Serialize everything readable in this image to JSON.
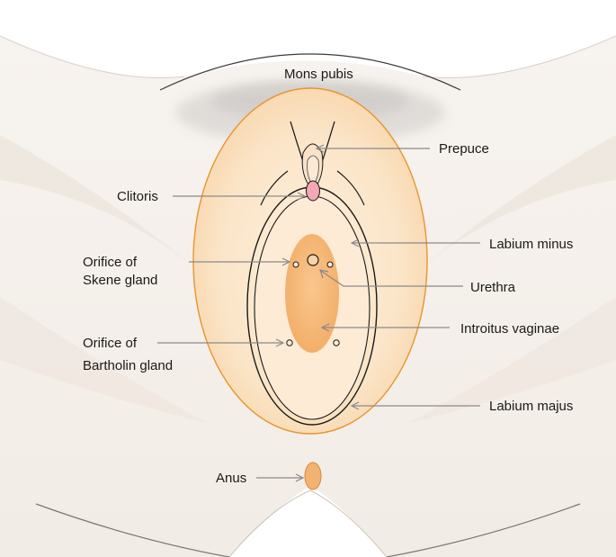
{
  "labels": {
    "mons_pubis": "Mons pubis",
    "prepuce": "Prepuce",
    "clitoris": "Clitoris",
    "labium_minus": "Labium minus",
    "orifice_skene_1": "Orifice of",
    "orifice_skene_2": "Skene gland",
    "urethra": "Urethra",
    "introitus_vaginae": "Introitus vaginae",
    "orifice_bartholin_1": "Orifice of",
    "orifice_bartholin_2": "Bartholin gland",
    "labium_majus": "Labium majus",
    "anus": "Anus"
  },
  "colors": {
    "skin_light": "#f6f1ec",
    "skin_shadow": "#ece3da",
    "labium_majus_fill": "#fbe3c4",
    "labium_majus_stroke": "#e8952e",
    "vestibule_fill": "#fce7cd",
    "introitus_fill": "#f5b56f",
    "clitoris_fill": "#f4a7b4",
    "anus_fill": "#f2b272",
    "outline": "#1a1a1a",
    "leader": "#8a8a8a",
    "hair": "#c9c6c3"
  }
}
